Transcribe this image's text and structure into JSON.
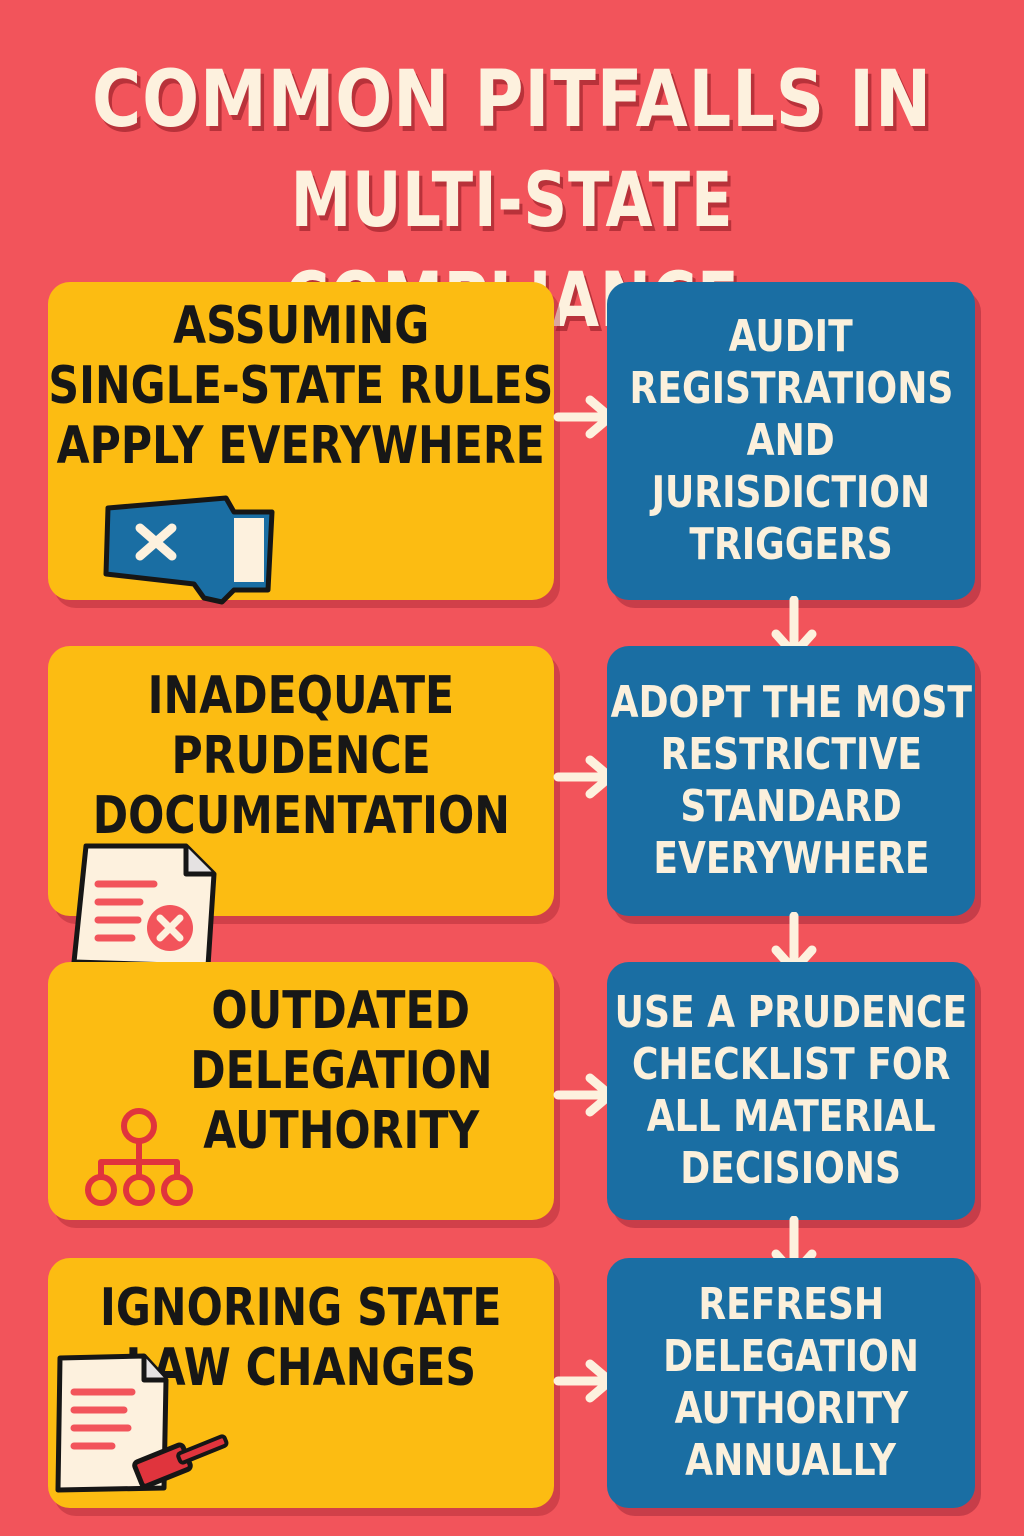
{
  "title": {
    "line1": "COMMON PITFALLS IN",
    "line2": "MULTI-STATE COMPLIANCE"
  },
  "pitfalls": [
    {
      "lines": [
        "ASSUMING",
        "SINGLE-STATE RULES",
        "APPLY EVERYWHERE"
      ],
      "icon": "state-map-x-icon"
    },
    {
      "lines": [
        "INADEQUATE",
        "PRUDENCE",
        "DOCUMENTATION"
      ],
      "icon": "document-x-icon"
    },
    {
      "lines": [
        "OUTDATED",
        "DELEGATION",
        "AUTHORITY"
      ],
      "icon": "org-hierarchy-icon"
    },
    {
      "lines": [
        "IGNORING STATE",
        "LAW CHANGES"
      ],
      "icon": "document-gavel-icon"
    }
  ],
  "solutions": [
    {
      "lines": [
        "AUDIT",
        "REGISTRATIONS",
        "AND",
        "JURISDICTION",
        "TRIGGERS"
      ]
    },
    {
      "lines": [
        "ADOPT THE MOST",
        "RESTRICTIVE",
        "STANDARD",
        "EVERYWHERE"
      ]
    },
    {
      "lines": [
        "USE A PRUDENCE",
        "CHECKLIST FOR",
        "ALL MATERIAL",
        "DECISIONS"
      ]
    },
    {
      "lines": [
        "REFRESH",
        "DELEGATION",
        "AUTHORITY",
        "ANNUALLY"
      ]
    }
  ],
  "colors": {
    "background": "#f2545b",
    "pitfall_card": "#fcbc12",
    "solution_card": "#1a6ea3",
    "title_text": "#fdf1de",
    "arrow": "#fdf1de"
  }
}
